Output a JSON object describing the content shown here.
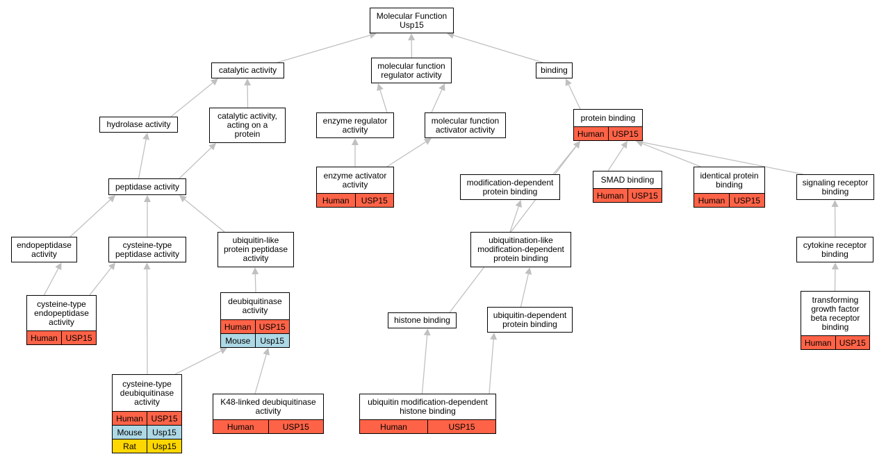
{
  "colors": {
    "Human": "#ff6347",
    "Mouse": "#add8e6",
    "Rat": "#ffd700",
    "edge": "#c0c0c0"
  },
  "nodes": [
    {
      "id": "mf",
      "label": "Molecular Function\nUsp15",
      "species": []
    },
    {
      "id": "catalytic",
      "label": "catalytic activity",
      "species": []
    },
    {
      "id": "mfreg",
      "label": "molecular function\nregulator activity",
      "species": []
    },
    {
      "id": "binding",
      "label": "binding",
      "species": []
    },
    {
      "id": "hydrolase",
      "label": "hydrolase activity",
      "species": []
    },
    {
      "id": "catprot",
      "label": "catalytic activity,\nacting on a\nprotein",
      "species": []
    },
    {
      "id": "enzreg",
      "label": "enzyme regulator\nactivity",
      "species": []
    },
    {
      "id": "mfact",
      "label": "molecular function\nactivator activity",
      "species": []
    },
    {
      "id": "protbind",
      "label": "protein binding",
      "species": [
        {
          "org": "Human",
          "gene": "USP15"
        }
      ]
    },
    {
      "id": "peptidase",
      "label": "peptidase activity",
      "species": []
    },
    {
      "id": "enzact",
      "label": "enzyme activator\nactivity",
      "species": [
        {
          "org": "Human",
          "gene": "USP15"
        }
      ]
    },
    {
      "id": "moddep",
      "label": "modification-dependent\nprotein binding",
      "species": []
    },
    {
      "id": "smad",
      "label": "SMAD binding",
      "species": [
        {
          "org": "Human",
          "gene": "USP15"
        }
      ]
    },
    {
      "id": "identical",
      "label": "identical protein\nbinding",
      "species": [
        {
          "org": "Human",
          "gene": "USP15"
        }
      ]
    },
    {
      "id": "sigrec",
      "label": "signaling receptor\nbinding",
      "species": []
    },
    {
      "id": "endopep",
      "label": "endopeptidase\nactivity",
      "species": []
    },
    {
      "id": "cyspep",
      "label": "cysteine-type\npeptidase activity",
      "species": []
    },
    {
      "id": "ublpep",
      "label": "ubiquitin-like\nprotein peptidase\nactivity",
      "species": []
    },
    {
      "id": "ubilike",
      "label": "ubiquitination-like\nmodification-dependent\nprotein binding",
      "species": []
    },
    {
      "id": "cytorec",
      "label": "cytokine receptor\nbinding",
      "species": []
    },
    {
      "id": "cysendo",
      "label": "cysteine-type\nendopeptidase\nactivity",
      "species": [
        {
          "org": "Human",
          "gene": "USP15"
        }
      ]
    },
    {
      "id": "deubiq",
      "label": "deubiquitinase\nactivity",
      "species": [
        {
          "org": "Human",
          "gene": "USP15"
        },
        {
          "org": "Mouse",
          "gene": "Usp15"
        }
      ]
    },
    {
      "id": "histone",
      "label": "histone binding",
      "species": []
    },
    {
      "id": "ubidep",
      "label": "ubiquitin-dependent\nprotein binding",
      "species": []
    },
    {
      "id": "tgfb",
      "label": "transforming\ngrowth factor\nbeta receptor\nbinding",
      "species": [
        {
          "org": "Human",
          "gene": "USP15"
        }
      ]
    },
    {
      "id": "cysdeub",
      "label": "cysteine-type\ndeubiquitinase\nactivity",
      "species": [
        {
          "org": "Human",
          "gene": "USP15"
        },
        {
          "org": "Mouse",
          "gene": "Usp15"
        },
        {
          "org": "Rat",
          "gene": "Usp15"
        }
      ]
    },
    {
      "id": "k48",
      "label": "K48-linked deubiquitinase\nactivity",
      "species": [
        {
          "org": "Human",
          "gene": "USP15"
        }
      ]
    },
    {
      "id": "ubimodhist",
      "label": "ubiquitin modification-dependent\nhistone binding",
      "species": [
        {
          "org": "Human",
          "gene": "USP15"
        }
      ]
    }
  ],
  "edges": [
    [
      "catalytic",
      "mf"
    ],
    [
      "mfreg",
      "mf"
    ],
    [
      "binding",
      "mf"
    ],
    [
      "hydrolase",
      "catalytic"
    ],
    [
      "catprot",
      "catalytic"
    ],
    [
      "enzreg",
      "mfreg"
    ],
    [
      "mfact",
      "mfreg"
    ],
    [
      "protbind",
      "binding"
    ],
    [
      "peptidase",
      "hydrolase"
    ],
    [
      "peptidase",
      "catprot"
    ],
    [
      "enzact",
      "enzreg"
    ],
    [
      "enzact",
      "mfact"
    ],
    [
      "moddep",
      "protbind"
    ],
    [
      "smad",
      "protbind"
    ],
    [
      "identical",
      "protbind"
    ],
    [
      "sigrec",
      "protbind"
    ],
    [
      "histone",
      "protbind"
    ],
    [
      "endopep",
      "peptidase"
    ],
    [
      "cyspep",
      "peptidase"
    ],
    [
      "ublpep",
      "peptidase"
    ],
    [
      "ubilike",
      "moddep"
    ],
    [
      "ubidep",
      "ubilike"
    ],
    [
      "cytorec",
      "sigrec"
    ],
    [
      "tgfb",
      "cytorec"
    ],
    [
      "cysendo",
      "endopep"
    ],
    [
      "cysendo",
      "cyspep"
    ],
    [
      "deubiq",
      "ublpep"
    ],
    [
      "cysdeub",
      "cyspep"
    ],
    [
      "cysdeub",
      "deubiq"
    ],
    [
      "k48",
      "deubiq"
    ],
    [
      "ubimodhist",
      "histone"
    ],
    [
      "ubimodhist",
      "ubidep"
    ]
  ]
}
